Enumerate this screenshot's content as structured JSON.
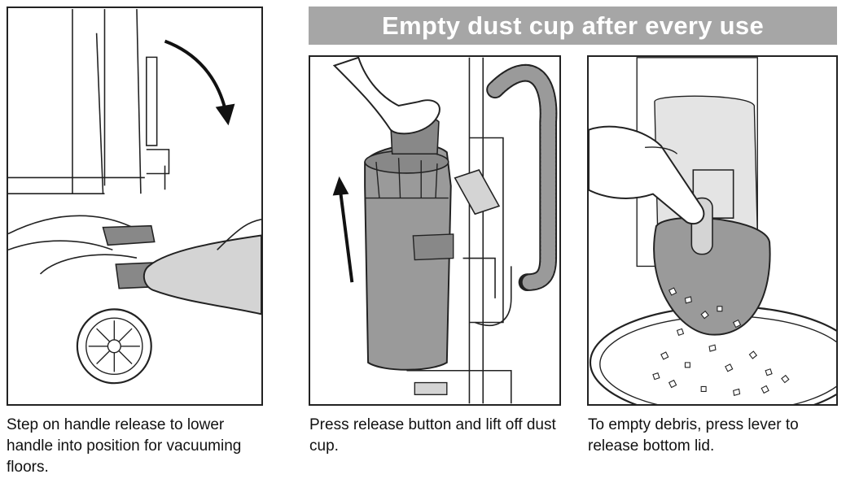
{
  "banner": {
    "title": "Empty dust cup after every use"
  },
  "steps": [
    {
      "illustration": "foot-pressing-handle-release-illustration",
      "caption": "Step on handle release to lower handle into position for vacuuming floors."
    },
    {
      "illustration": "hand-lifting-dust-cup-illustration",
      "caption": "Press release button and lift off dust cup."
    },
    {
      "illustration": "finger-pressing-lever-debris-falling-illustration",
      "caption": "To empty debris, press lever to release bottom lid."
    }
  ],
  "colors": {
    "banner_bg": "#a6a6a6",
    "banner_text": "#ffffff",
    "part_gray": "#9a9a9a",
    "light_gray": "#d4d4d4",
    "outline": "#222222"
  }
}
